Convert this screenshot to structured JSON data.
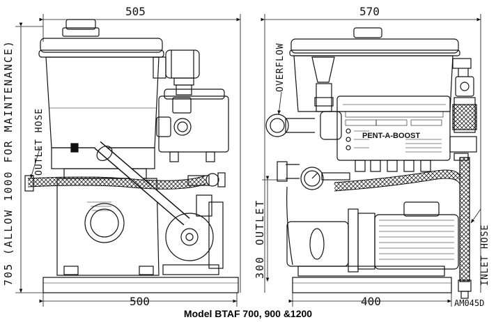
{
  "dimensions": {
    "left_width_top": "505",
    "right_width_top": "570",
    "left_width_bottom": "500",
    "right_width_bottom": "400",
    "height_left": "705 (ALLOW 1000 FOR MAINTENANCE)",
    "height_right": "300"
  },
  "labels": {
    "outlet_hose": "OUTLET HOSE",
    "overflow": "OVERFLOW",
    "outlet": "OUTLET",
    "inlet_hose": "INLET HOSE",
    "brand": "PENT-A-BOOST"
  },
  "drawing_code": "AM045D",
  "caption": "Model BTAF 700, 900 &1200"
}
